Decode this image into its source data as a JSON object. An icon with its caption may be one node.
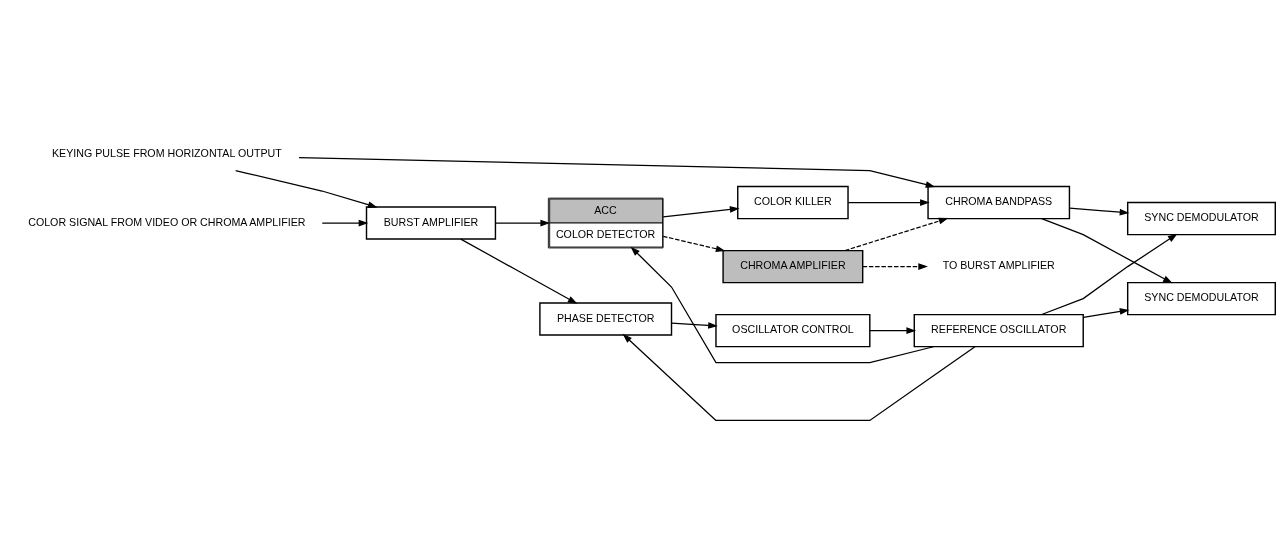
{
  "diagram": {
    "nodes": [
      {
        "text": [
          "CHROMA AMPLIFIER"
        ]
      },
      {
        "text": [
          "TO BURST AMPLIFIER"
        ]
      },
      {
        "text": [
          "ACC",
          "COLOR DETECTOR"
        ]
      },
      {
        "text": [
          "COLOR KILLER"
        ]
      },
      {
        "text": [
          "CHROMA BANDPASS"
        ]
      },
      {
        "text": [
          "SYNC DEMODULATOR"
        ]
      },
      {
        "text": [
          "KEYING PULSE FROM HORIZONTAL OUTPUT"
        ]
      },
      {
        "text": [
          "BURST AMPLIFIER"
        ]
      },
      {
        "text": [
          "COLOR SIGNAL FROM VIDEO OR CHROMA AMPLIFIER"
        ]
      },
      {
        "text": [
          "PHASE DETECTOR"
        ]
      },
      {
        "text": [
          "OSCILLATOR CONTROL"
        ]
      },
      {
        "text": [
          "REFERENCE OSCILLATOR"
        ]
      },
      {
        "text": [
          "SYNC DEMODULATOR"
        ]
      }
    ],
    "edges": [
      {
        "from": 2,
        "to": 0,
        "arrow": "to",
        "style": "dashed"
      },
      {
        "from": 0,
        "to": 1,
        "arrow": "to",
        "style": "dashed"
      },
      {
        "from": 0,
        "to": 4,
        "arrow": "to",
        "style": "dashed"
      },
      {
        "from": 2,
        "to": 3,
        "arrow": "to"
      },
      {
        "from": 3,
        "to": 4,
        "arrow": "to"
      },
      {
        "from": 6,
        "to": 7,
        "arrow": "to"
      },
      {
        "from": 6,
        "to": 4,
        "arrow": "to"
      },
      {
        "from": 8,
        "to": 7,
        "arrow": "to"
      },
      {
        "from": 7,
        "to": 2,
        "arrow": "to"
      },
      {
        "from": 7,
        "to": 9,
        "arrow": "to"
      },
      {
        "from": 9,
        "to": 10,
        "arrow": "to"
      },
      {
        "from": 10,
        "to": 11,
        "arrow": "to"
      },
      {
        "from": 11,
        "to": 2,
        "arrow": "to"
      },
      {
        "from": 11,
        "to": 9,
        "arrow": "to"
      },
      {
        "from": 4,
        "to": 5,
        "arrow": "to"
      },
      {
        "from": 4,
        "to": 12,
        "arrow": "to"
      },
      {
        "from": 11,
        "to": 5,
        "arrow": "to"
      },
      {
        "from": 11,
        "to": 12,
        "arrow": "to"
      }
    ]
  }
}
